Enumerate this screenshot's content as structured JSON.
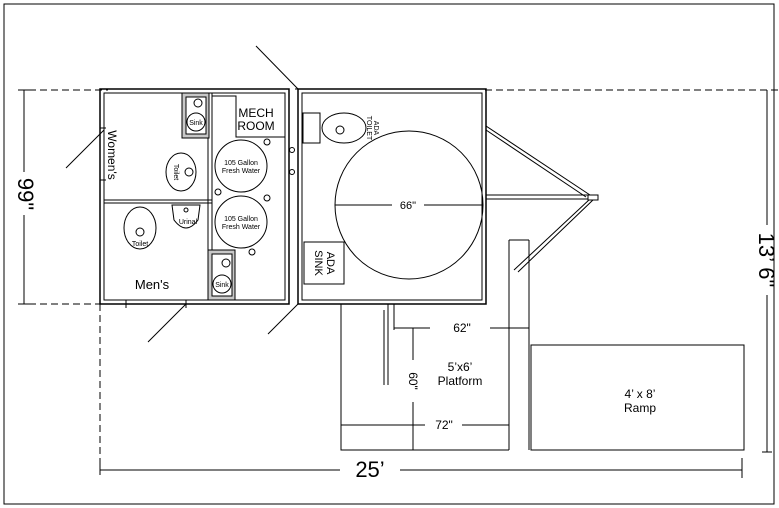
{
  "dimensions": {
    "width": "25’",
    "height_left": "99\"",
    "height_right": "13’ 6\"",
    "platform_width": "62\"",
    "platform_depth": "60\"",
    "platform_bottom": "72\"",
    "circle_diameter": "66\""
  },
  "rooms": {
    "mech_room": "MECH ROOM",
    "womens": "Women's",
    "mens": "Men's"
  },
  "fixtures": {
    "sink": "Sink",
    "toilet": "Toilet",
    "urinal": "Urinal",
    "fresh_water": "105 Gallon Fresh Water",
    "ada_toilet": "ADA TOILET",
    "ada_sink": "ADA SINK"
  },
  "platform": {
    "size": "5’x6’",
    "name": "Platform"
  },
  "ramp": {
    "size": "4’ x 8’",
    "name": "Ramp"
  }
}
